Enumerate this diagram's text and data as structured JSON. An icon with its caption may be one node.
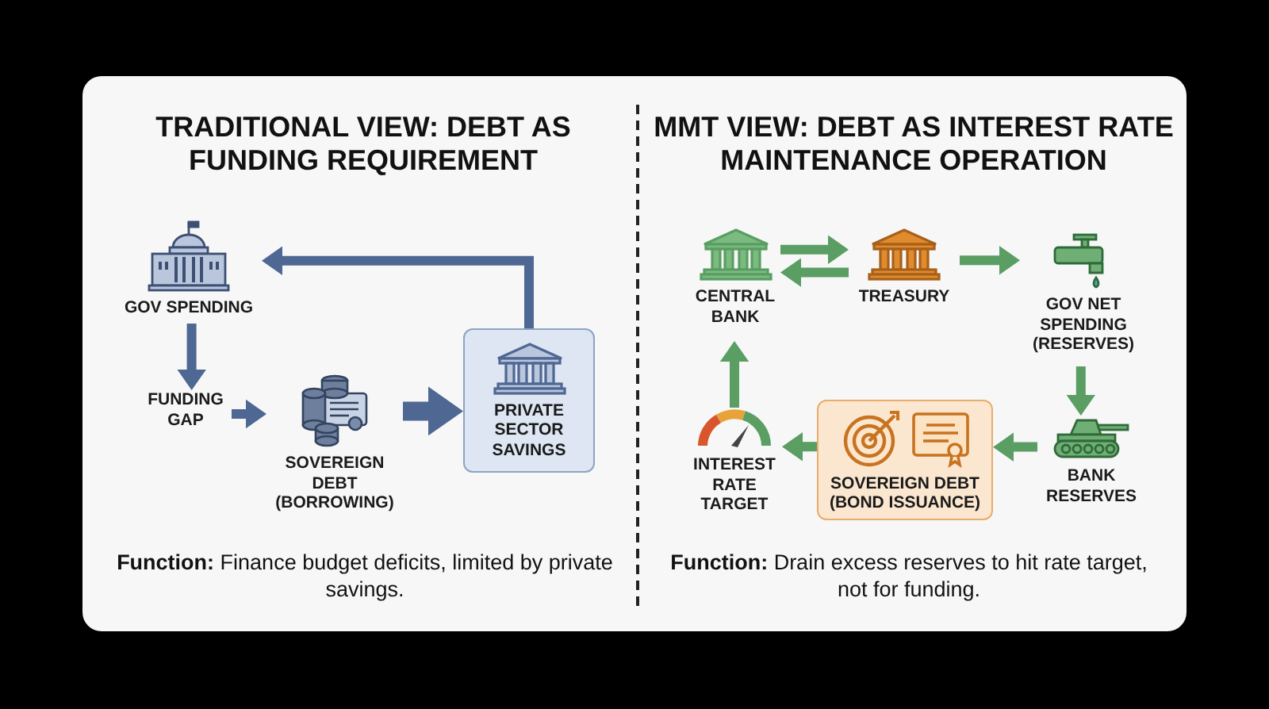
{
  "diagram": {
    "nodes": [
      {
        "text": [
          "GOV SPENDING"
        ]
      },
      {
        "text": [
          "FUNDING GAP"
        ]
      },
      {
        "text": [
          "SOVEREIGN DEBT (BORROWING)"
        ]
      },
      {
        "text": [
          "PRIVATE SECTOR SAVINGS"
        ]
      },
      {
        "text": [
          "CENTRAL BANK"
        ]
      },
      {
        "text": [
          "TREASURY"
        ]
      },
      {
        "text": [
          "GOV NET SPENDING (RESERVES)"
        ]
      },
      {
        "text": [
          "BANK RESERVES"
        ]
      },
      {
        "text": [
          "SOVEREIGN DEBT",
          "(BOND ISSUANCE)"
        ]
      },
      {
        "text": [
          "INTEREST RATE TARGET"
        ]
      }
    ],
    "edges": [
      {
        "from": 0,
        "to": 1,
        "arrow": "to",
        "color": "#4f6793"
      },
      {
        "from": 1,
        "to": 2,
        "arrow": "to",
        "color": "#4f6793"
      },
      {
        "from": 2,
        "to": 3,
        "arrow": "to",
        "style": "thick",
        "color": "#4f6793"
      },
      {
        "from": 3,
        "to": 0,
        "arrow": "to",
        "color": "#4f6793"
      },
      {
        "from": 4,
        "to": 5,
        "arrow": "to"
      },
      {
        "from": 5,
        "to": 4,
        "arrow": "to"
      },
      {
        "from": 5,
        "to": 6,
        "arrow": "to"
      },
      {
        "from": 6,
        "to": 7,
        "arrow": "to"
      },
      {
        "from": 7,
        "to": 8,
        "arrow": "to"
      },
      {
        "from": 8,
        "to": 9,
        "arrow": "to"
      },
      {
        "from": 9,
        "to": 4,
        "arrow": "to"
      }
    ],
    "labels": [
      "TRADITIONAL VIEW: DEBT AS FUNDING REQUIREMENT",
      "MMT VIEW: DEBT AS INTEREST RATE MAINTENANCE OPERATION",
      "**Function:** Finance budget deficits, limited by private savings.",
      "**Function:** Drain excess reserves to hit rate target, not for funding."
    ]
  }
}
